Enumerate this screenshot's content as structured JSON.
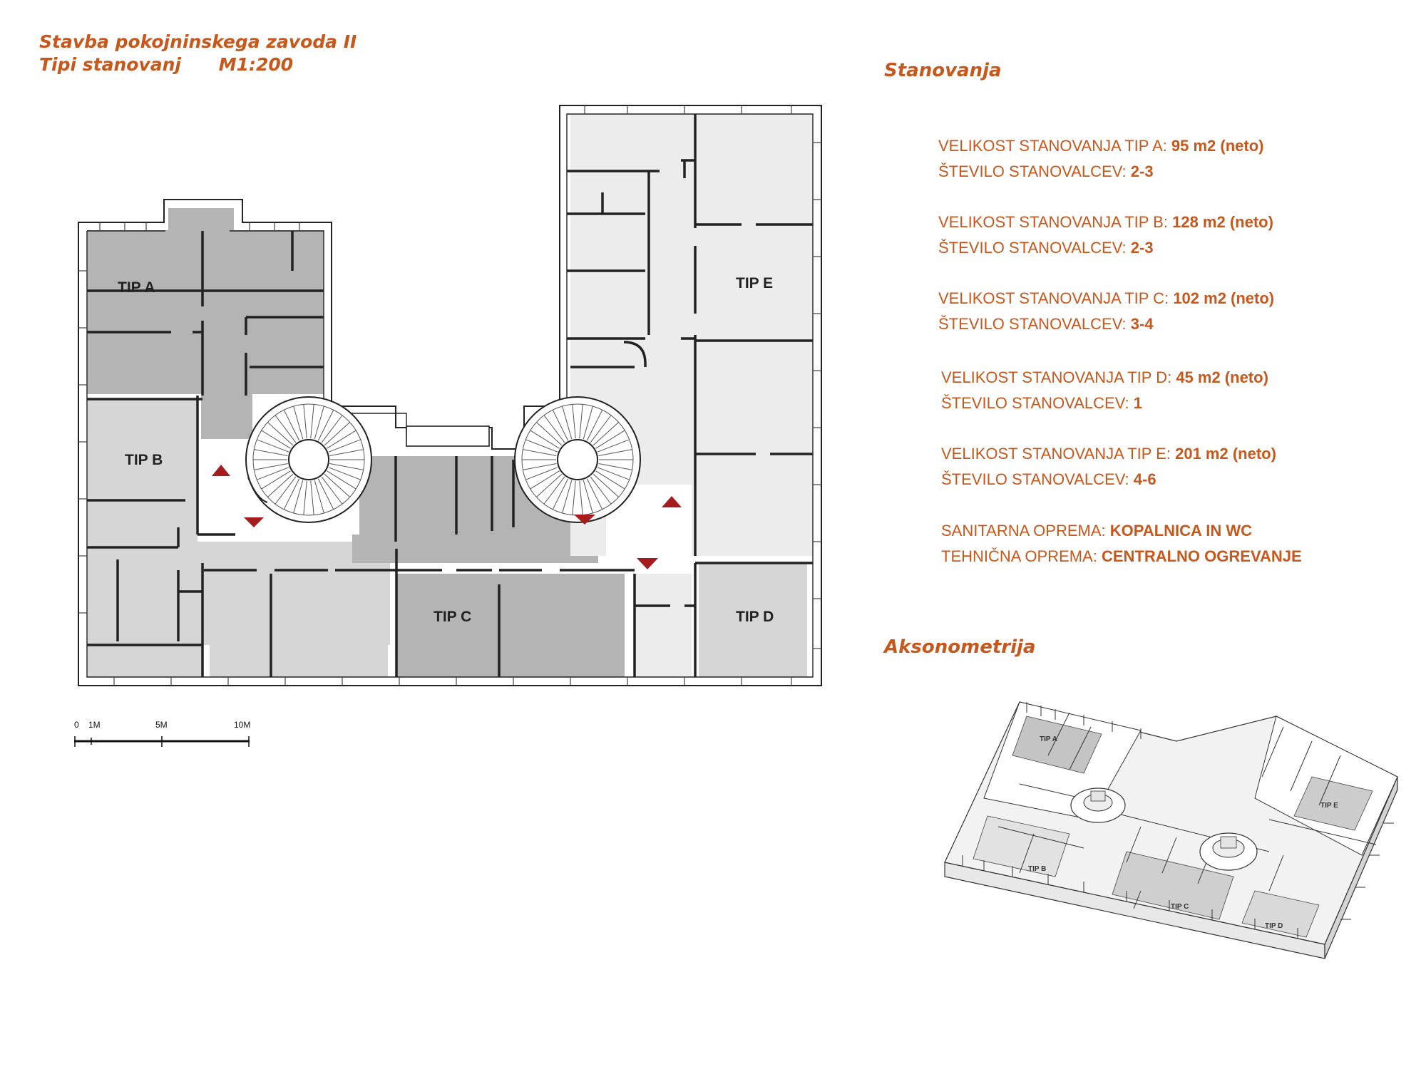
{
  "colors": {
    "accent": "#c8571b",
    "arrow": "#a61c1c",
    "dark_fill": "#b4b4b4",
    "light_fill": "#d6d6d6",
    "lightest_fill": "#ececec"
  },
  "header": {
    "line1": "Stavba pokojninskega zavoda II",
    "line2_a": "Tipi stanovanj",
    "line2_b": "M1:200"
  },
  "plan": {
    "labels": {
      "a": "TIP A",
      "b": "TIP B",
      "c": "TIP C",
      "d": "TIP D",
      "e": "TIP E"
    },
    "scale": {
      "t0": "0",
      "t1": "1M",
      "t5": "5M",
      "t10": "10M"
    }
  },
  "specs": {
    "heading": "Stanovanja",
    "groups": [
      {
        "l1_label": "VELIKOST STANOVANJA TIP A:",
        "l1_value": "95 m2 (neto)",
        "l2_label": "ŠTEVILO STANOVALCEV:",
        "l2_value": "2-3"
      },
      {
        "l1_label": "VELIKOST STANOVANJA TIP B:",
        "l1_value": "128 m2 (neto)",
        "l2_label": "ŠTEVILO STANOVALCEV:",
        "l2_value": "2-3"
      },
      {
        "l1_label": "VELIKOST STANOVANJA TIP C:",
        "l1_value": "102 m2 (neto)",
        "l2_label": "ŠTEVILO STANOVALCEV:",
        "l2_value": "3-4"
      },
      {
        "l1_label": "VELIKOST STANOVANJA TIP D:",
        "l1_value": "45 m2 (neto)",
        "l2_label": "ŠTEVILO STANOVALCEV:",
        "l2_value": "1"
      },
      {
        "l1_label": "VELIKOST STANOVANJA TIP E:",
        "l1_value": "201 m2 (neto)",
        "l2_label": "ŠTEVILO STANOVALCEV:",
        "l2_value": "4-6"
      }
    ],
    "equipment": {
      "l1_label": "SANITARNA OPREMA:",
      "l1_value": "KOPALNICA IN WC",
      "l2_label": "TEHNIČNA OPREMA:",
      "l2_value": "CENTRALNO OGREVANJE"
    }
  },
  "axonometry": {
    "heading": "Aksonometrija",
    "labels": {
      "a": "TIP A",
      "b": "TIP B",
      "c": "TIP C",
      "d": "TIP D",
      "e": "TIP E"
    }
  }
}
